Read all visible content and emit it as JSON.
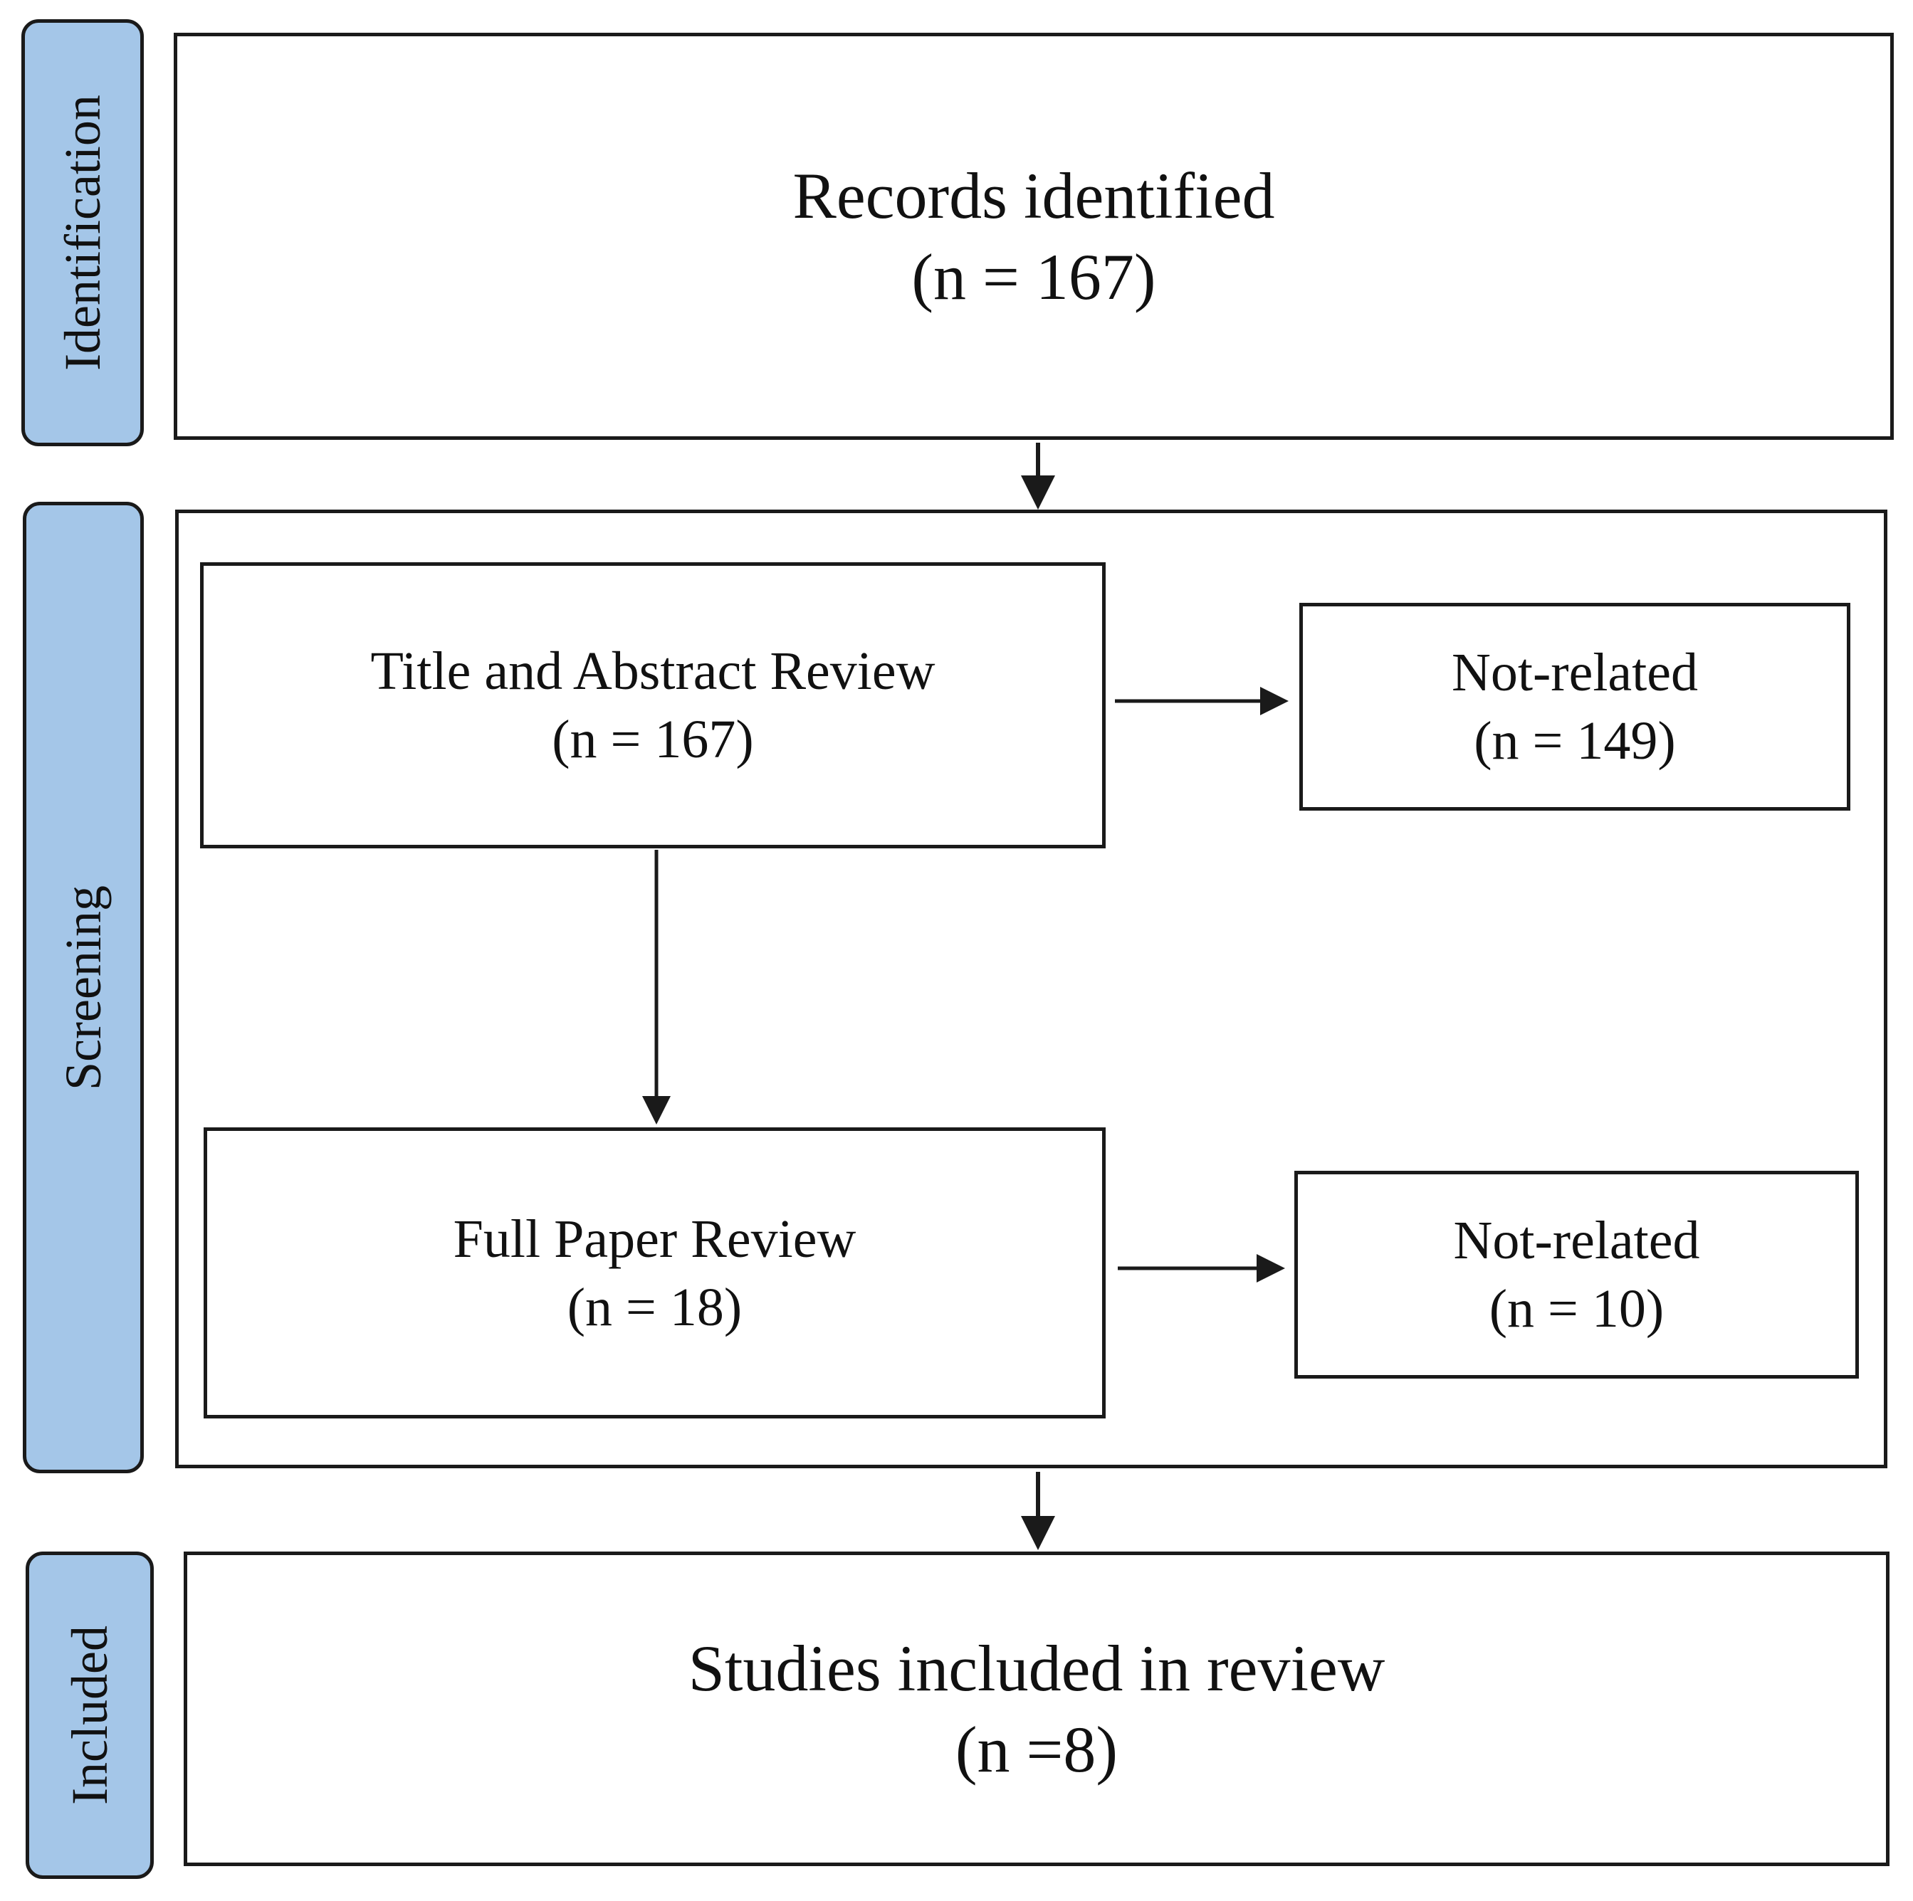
{
  "colors": {
    "stage_fill": "#a4c6e8",
    "line": "#1a1a1a",
    "text": "#111111",
    "background": "#ffffff"
  },
  "stages": {
    "identification": "Identification",
    "screening": "Screening",
    "included": "Included"
  },
  "nodes": {
    "records_identified": {
      "title": "Records identified",
      "count": "(n = 167)"
    },
    "title_abstract_review": {
      "title": "Title and Abstract Review",
      "count": "(n = 167)"
    },
    "not_related_1": {
      "title": "Not-related",
      "count": "(n = 149)"
    },
    "full_paper_review": {
      "title": "Full Paper Review",
      "count": "(n = 18)"
    },
    "not_related_2": {
      "title": "Not-related",
      "count": "(n = 10)"
    },
    "studies_included": {
      "title": "Studies included in review",
      "count": "(n =8)"
    }
  },
  "connections": [
    {
      "from": "records_identified",
      "to": "screening_group"
    },
    {
      "from": "title_abstract_review",
      "to": "not_related_1"
    },
    {
      "from": "title_abstract_review",
      "to": "full_paper_review"
    },
    {
      "from": "full_paper_review",
      "to": "not_related_2"
    },
    {
      "from": "screening_group",
      "to": "studies_included"
    }
  ]
}
